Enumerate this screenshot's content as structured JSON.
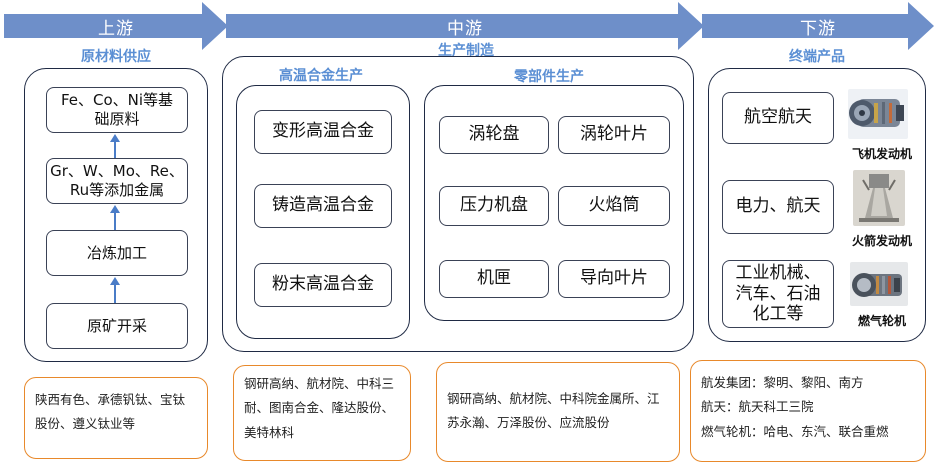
{
  "stages": {
    "upstream": "上游",
    "midstream": "中游",
    "downstream": "下游"
  },
  "upstream": {
    "title": "原材料供应",
    "boxes": [
      "Fe、Co、Ni等基础原料",
      "Gr、W、Mo、Re、Ru等添加金属",
      "冶炼加工",
      "原矿开采"
    ],
    "companies": "陕西有色、承德钒钛、宝钛股份、遵义钛业等"
  },
  "midstream": {
    "title": "生产制造",
    "alloy": {
      "title": "高温合金生产",
      "items": [
        "变形高温合金",
        "铸造高温合金",
        "粉末高温合金"
      ]
    },
    "parts": {
      "title": "零部件生产",
      "items": [
        "涡轮盘",
        "涡轮叶片",
        "压力机盘",
        "火焰筒",
        "机匣",
        "导向叶片"
      ]
    },
    "companies_alloy": "钢研高纳、航材院、中科三耐、图南合金、隆达股份、美特林科",
    "companies_parts": "钢研高纳、航材院、中科院金属所、江苏永瀚、万泽股份、应流股份"
  },
  "downstream": {
    "title": "终端产品",
    "boxes": [
      "航空航天",
      "电力、航天",
      "工业机械、汽车、石油化工等"
    ],
    "products": [
      "飞机发动机",
      "火箭发动机",
      "燃气轮机"
    ],
    "companies": [
      "航发集团：黎明、黎阳、南方",
      "航天：航天科工三院",
      "燃气轮机：哈电、东汽、联合重燃"
    ]
  },
  "colors": {
    "arrow": "#6e8fc9",
    "section_title": "#5b8fd4",
    "panel_border": "#1f2a44",
    "note_border": "#e8892b",
    "up_arrow": "#4a7cc7"
  }
}
